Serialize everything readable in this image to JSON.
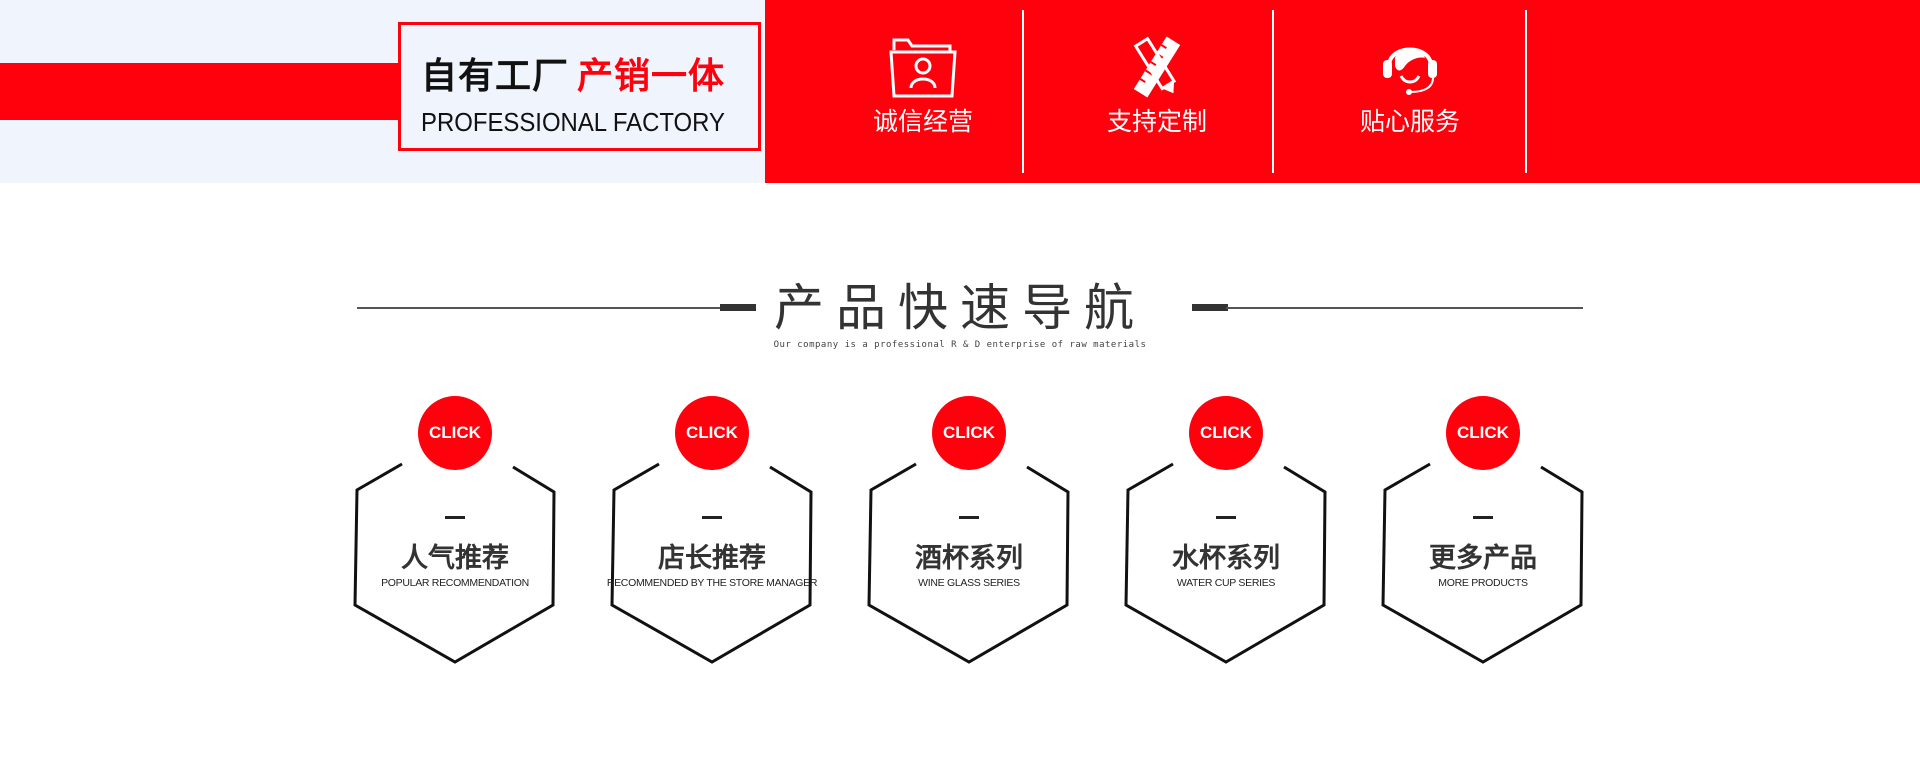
{
  "banner": {
    "title_black": "自有工厂",
    "title_red": "产销一体",
    "subtitle": "PROFESSIONAL FACTORY",
    "features": [
      {
        "icon": "folder-user-icon",
        "label": "诚信经营"
      },
      {
        "icon": "ruler-pencil-icon",
        "label": "支持定制"
      },
      {
        "icon": "headset-support-icon",
        "label": "贴心服务"
      }
    ]
  },
  "section": {
    "title": "产品快速导航",
    "subtitle": "Our company is a professional R & D enterprise of raw materials"
  },
  "nav_cards": [
    {
      "badge": "CLICK",
      "title": "人气推荐",
      "subtitle": "POPULAR RECOMMENDATION"
    },
    {
      "badge": "CLICK",
      "title": "店长推荐",
      "subtitle": "RECOMMENDED BY THE STORE MANAGER"
    },
    {
      "badge": "CLICK",
      "title": "酒杯系列",
      "subtitle": "WINE GLASS SERIES"
    },
    {
      "badge": "CLICK",
      "title": "水杯系列",
      "subtitle": "WATER CUP SERIES"
    },
    {
      "badge": "CLICK",
      "title": "更多产品",
      "subtitle": "MORE PRODUCTS"
    }
  ],
  "colors": {
    "accent": "#ff000d",
    "banner_bg": "#eff4fd",
    "text": "#333333"
  }
}
